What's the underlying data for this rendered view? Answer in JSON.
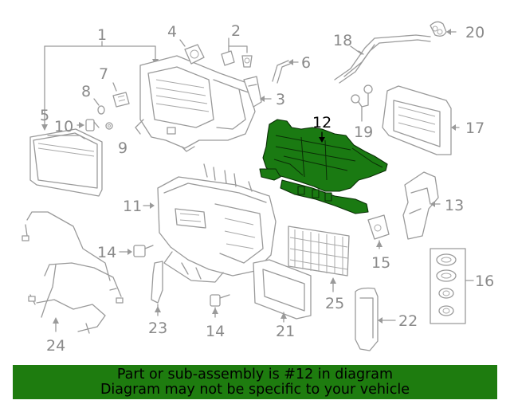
{
  "callouts": [
    "1",
    "2",
    "3",
    "4",
    "5",
    "6",
    "7",
    "8",
    "9",
    "10",
    "11",
    "12",
    "13",
    "14",
    "15",
    "16",
    "17",
    "18",
    "19",
    "20",
    "21",
    "22",
    "23",
    "24",
    "25"
  ],
  "highlighted_part": "12",
  "highlight_color": "#1e7c0f",
  "banner": {
    "line1": "Part or sub-assembly is #12 in diagram",
    "line2": "Diagram may not be specific to your vehicle"
  }
}
